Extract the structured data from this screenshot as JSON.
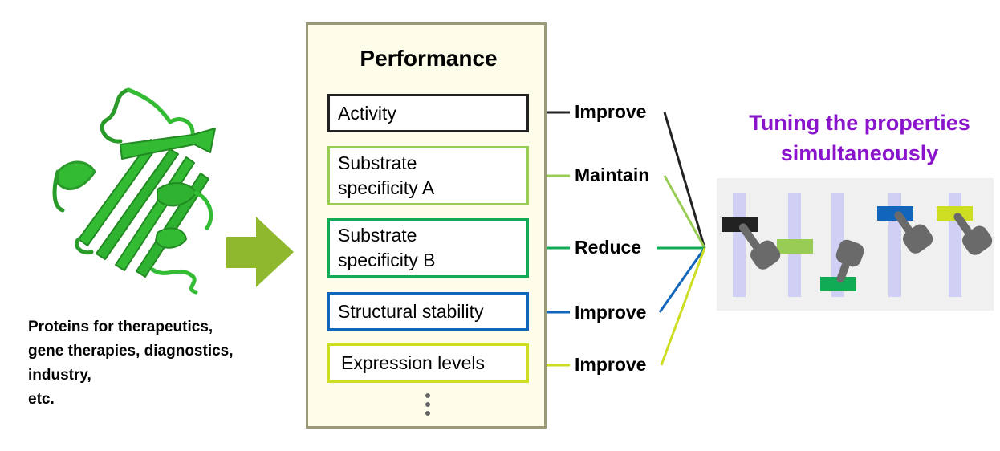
{
  "caption": {
    "lines": [
      "Proteins for therapeutics,",
      "gene therapies, diagnostics,",
      "industry,",
      "etc."
    ]
  },
  "panel": {
    "title": "Performance",
    "properties": [
      {
        "label": "Activity",
        "effect": "Improve",
        "color": "#222222"
      },
      {
        "label": "Substrate\nspecificity A",
        "effect": "Maintain",
        "color": "#99cc55"
      },
      {
        "label": "Substrate\nspecificity B",
        "effect": "Reduce",
        "color": "#11aa55"
      },
      {
        "label": "Structural stability",
        "effect": "Improve",
        "color": "#1166bb"
      },
      {
        "label": "Expression levels",
        "effect": "Improve",
        "color": "#ccdd22"
      }
    ]
  },
  "tuning": {
    "title_line1": "Tuning the properties",
    "title_line2": "simultaneously",
    "title_color": "#8a14cc"
  },
  "icons": {
    "protein": "protein-ribbon-structure-icon",
    "arrow": "right-arrow-icon",
    "hand": "pointing-hand-icon",
    "more": "vertical-ellipsis-icon"
  },
  "colors": {
    "protein_green": "#33bb33",
    "arrow_green": "#8fb82e",
    "panel_fill": "#fdfdea",
    "panel_border": "#9a9a78",
    "mixer_bg": "#f0f0f0",
    "slider_track": "#d0d0f5",
    "hand_gray": "#6a6a6a"
  }
}
